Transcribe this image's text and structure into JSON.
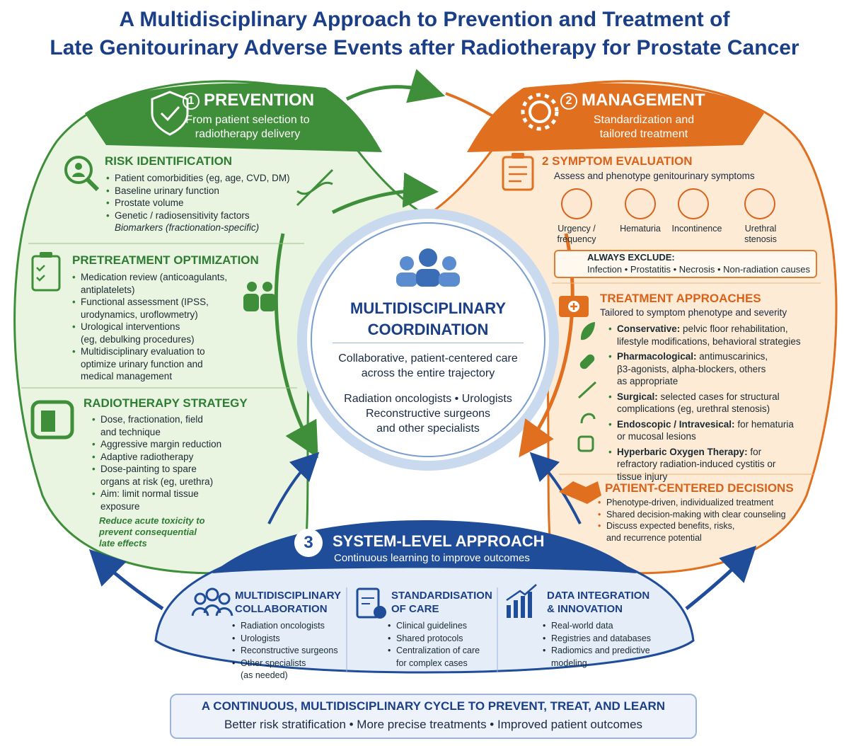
{
  "title": {
    "line1": "A Multidisciplinary Approach to Prevention and Treatment of",
    "line2": "Late Genitourinary Adverse Events after Radiotherapy for Prostate Cancer"
  },
  "colors": {
    "green": "#3f8f3a",
    "orange": "#e0701f",
    "blue": "#1f4d9a",
    "light_green": "#eaf5e1",
    "light_orange": "#fdebd6",
    "light_blue": "#e4edf8"
  },
  "prevention": {
    "num": "1",
    "title": "PREVENTION",
    "subtitle_1": "From patient selection to",
    "subtitle_2": "radiotherapy delivery",
    "risk": {
      "heading": "RISK IDENTIFICATION",
      "items": [
        "Patient comorbidities (eg, age, CVD, DM)",
        "Baseline urinary function",
        "Prostate volume",
        "Genetic / radiosensitivity factors"
      ],
      "extra": "Biomarkers (fractionation-specific)"
    },
    "pretreatment": {
      "heading": "PRETREATMENT OPTIMIZATION",
      "items": [
        {
          "l1": "Medication review (anticoagulants,",
          "l2": "antiplatelets)"
        },
        {
          "l1": "Functional assessment (IPSS,",
          "l2": "urodynamics, uroflowmetry)"
        },
        {
          "l1": "Urological interventions",
          "l2": "(eg, debulking procedures)"
        },
        {
          "l1": "Multidisciplinary evaluation to",
          "l2": "optimize urinary function and",
          "l3": "medical management"
        }
      ]
    },
    "rt": {
      "heading": "RADIOTHERAPY STRATEGY",
      "items": [
        {
          "l1": "Dose, fractionation, field",
          "l2": "and technique"
        },
        {
          "l1": "Aggressive margin reduction"
        },
        {
          "l1": "Adaptive radiotherapy"
        },
        {
          "l1": "Dose-painting to spare",
          "l2": "organs at risk (eg, urethra)"
        },
        {
          "l1": "Aim: limit normal tissue",
          "l2": "exposure"
        }
      ],
      "note_1": "Reduce acute toxicity to",
      "note_2": "prevent consequential",
      "note_3": "late effects"
    }
  },
  "management": {
    "num": "2",
    "title": "MANAGEMENT",
    "subtitle_1": "Standardization and",
    "subtitle_2": "tailored treatment",
    "symptom": {
      "heading": "2 SYMPTOM EVALUATION",
      "sub": "Assess and phenotype genitourinary symptoms",
      "symptoms": [
        {
          "l1": "Urgency /",
          "l2": "frequency"
        },
        {
          "l1": "Hematuria",
          "l2": ""
        },
        {
          "l1": "Incontinence",
          "l2": ""
        },
        {
          "l1": "Urethral",
          "l2": "stenosis"
        }
      ]
    },
    "exclude": {
      "heading": "ALWAYS EXCLUDE:",
      "text": "Infection • Prostatitis • Necrosis • Non-radiation causes"
    },
    "treatment": {
      "heading": "TREATMENT APPROACHES",
      "sub": "Tailored to symptom phenotype and severity",
      "items": [
        {
          "b": "Conservative:",
          "t1": " pelvic floor rehabilitation,",
          "t2": "lifestyle modifications, behavioral strategies"
        },
        {
          "b": "Pharmacological:",
          "t1": " antimuscarinics,",
          "t2": "β3-agonists, alpha-blockers, others",
          "t3": "as appropriate"
        },
        {
          "b": "Surgical:",
          "t1": " selected cases for structural",
          "t2": "complications (eg, urethral stenosis)"
        },
        {
          "b": "Endoscopic / Intravesical:",
          "t1": " for hematuria",
          "t2": "or mucosal lesions"
        },
        {
          "b": "Hyperbaric Oxygen Therapy:",
          "t1": " for",
          "t2": "refractory radiation-induced cystitis or",
          "t3": "tissue injury"
        }
      ]
    },
    "decisions": {
      "heading": "PATIENT-CENTERED DECISIONS",
      "items": [
        "Phenotype-driven, individualized treatment",
        "Shared decision-making with clear counseling",
        "Discuss expected benefits, risks,"
      ],
      "extra": "and recurrence potential"
    }
  },
  "center": {
    "title_1": "MULTIDISCIPLINARY",
    "title_2": "COORDINATION",
    "desc_1": "Collaborative, patient-centered care",
    "desc_2": "across the entire trajectory",
    "team_1": "Radiation oncologists • Urologists",
    "team_2": "Reconstructive surgeons",
    "team_3": "and other specialists"
  },
  "system": {
    "num": "3",
    "title": "SYSTEM-LEVEL APPROACH",
    "subtitle": "Continuous learning to improve outcomes",
    "columns": [
      {
        "h1": "MULTIDISCIPLINARY",
        "h2": "COLLABORATION",
        "items": [
          "Radiation oncologists",
          "Urologists",
          "Reconstructive surgeons",
          "Other specialists"
        ],
        "extra": "(as needed)"
      },
      {
        "h1": "STANDARDISATION",
        "h2": "OF CARE",
        "items": [
          "Clinical guidelines",
          "Shared protocols",
          "Centralization of care"
        ],
        "extra": "for complex cases"
      },
      {
        "h1": "DATA INTEGRATION",
        "h2": "& INNOVATION",
        "items": [
          "Real-world data",
          "Registries and databases",
          "Radiomics and predictive"
        ],
        "extra": "modeling"
      }
    ]
  },
  "bottom": {
    "line1": "A CONTINUOUS, MULTIDISCIPLINARY CYCLE TO PREVENT, TREAT, AND LEARN",
    "line2": "Better risk stratification  •  More precise treatments  •  Improved patient outcomes"
  }
}
